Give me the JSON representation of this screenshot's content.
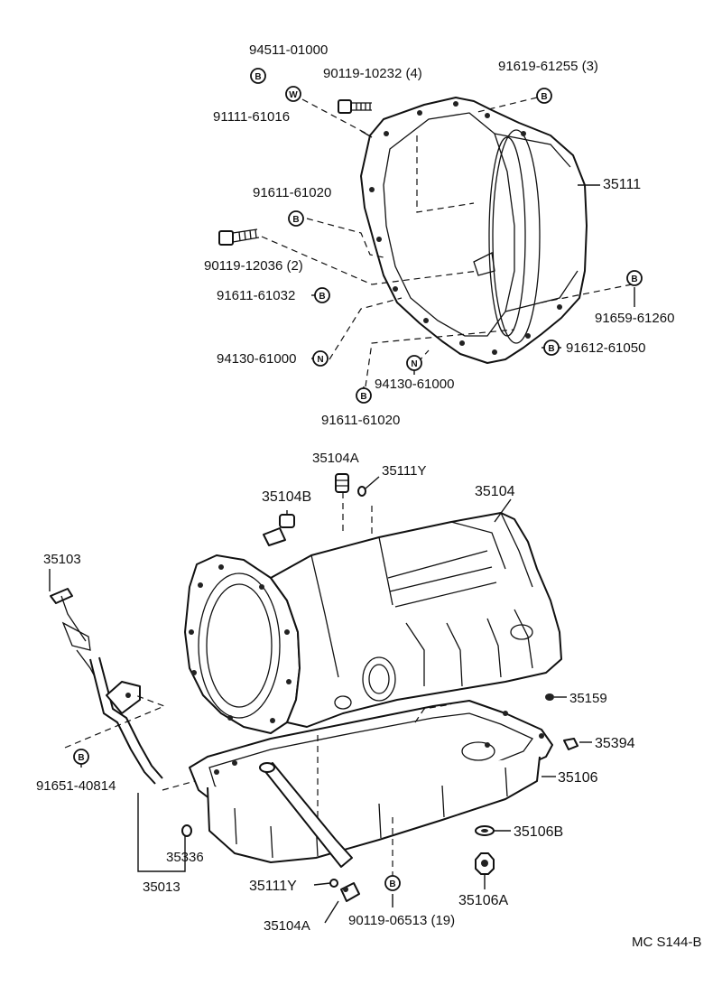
{
  "diagram": {
    "code": "MC  S144-B",
    "part_labels": {
      "p94511_01000": "94511-01000",
      "p91111_61016": "91111-61016",
      "p90119_10232": "90119-10232 (4)",
      "p91619_61255": "91619-61255 (3)",
      "p35111": "35111",
      "p91611_61020_top": "91611-61020",
      "p90119_12036": "90119-12036 (2)",
      "p91611_61032": "91611-61032",
      "p91659_61260": "91659-61260",
      "p94130_61000_left": "94130-61000",
      "p91612_61050": "91612-61050",
      "p94130_61000_right": "94130-61000",
      "p91611_61020_bottom": "91611-61020",
      "p35104A_top": "35104A",
      "p35111Y_top": "35111Y",
      "p35104B": "35104B",
      "p35104": "35104",
      "p35103": "35103",
      "p35159": "35159",
      "p35394": "35394",
      "p91651_40814": "91651-40814",
      "p35106": "35106",
      "p35106B": "35106B",
      "p35336": "35336",
      "p35013": "35013",
      "p35111Y_bottom": "35111Y",
      "p35106A": "35106A",
      "p35104A_bottom": "35104A",
      "p90119_06513": "90119-06513 (19)"
    },
    "symbols": {
      "B": "B",
      "W": "W",
      "N": "N"
    }
  }
}
